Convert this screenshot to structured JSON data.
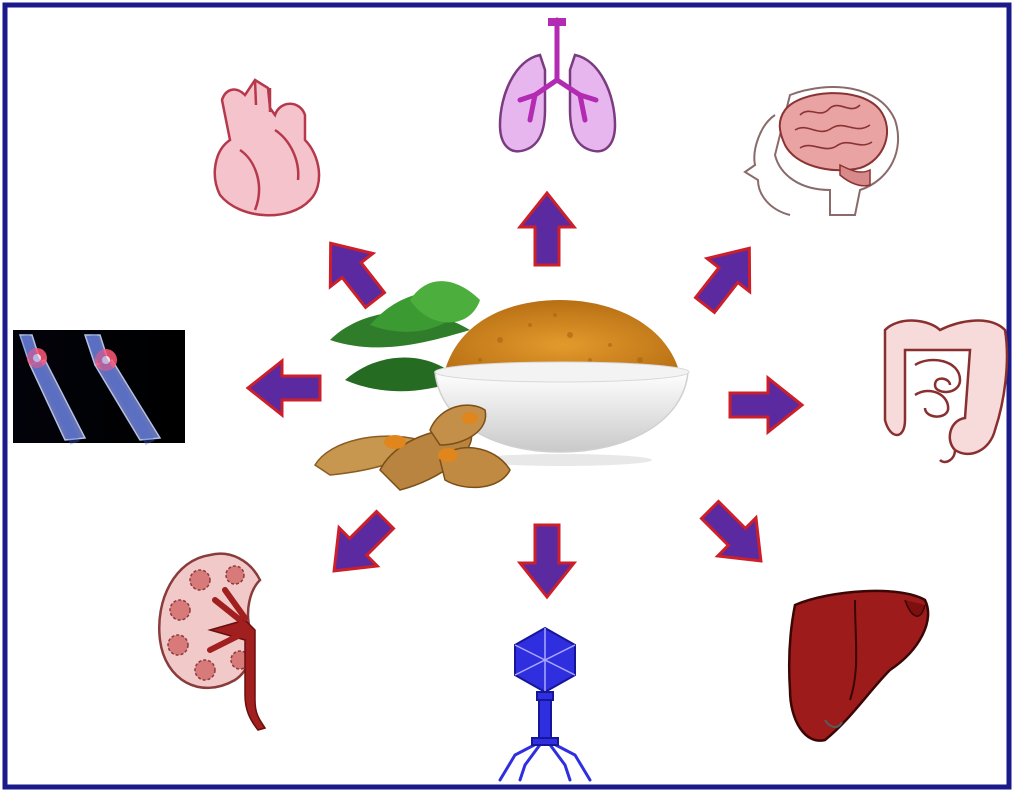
{
  "diagram": {
    "center": {
      "name": "turmeric"
    },
    "targets": [
      {
        "id": "heart",
        "label": ""
      },
      {
        "id": "lungs",
        "label": ""
      },
      {
        "id": "brain",
        "label": ""
      },
      {
        "id": "intestine",
        "label": ""
      },
      {
        "id": "liver",
        "label": ""
      },
      {
        "id": "virus",
        "label": ""
      },
      {
        "id": "kidney",
        "label": ""
      },
      {
        "id": "joints",
        "label": ""
      }
    ]
  },
  "colors": {
    "frame": "#1a1a8a",
    "arrow_fill": "#5b2aa0",
    "arrow_stroke": "#cc1f2a",
    "heart": "#f4c3cb",
    "lungs": "#e8b6ee",
    "brain": "#e9a3a3",
    "liver": "#9e1b1b",
    "kidney": "#f2c9c9",
    "virus": "#2f2fe0",
    "turmeric": "#d68a1c"
  }
}
